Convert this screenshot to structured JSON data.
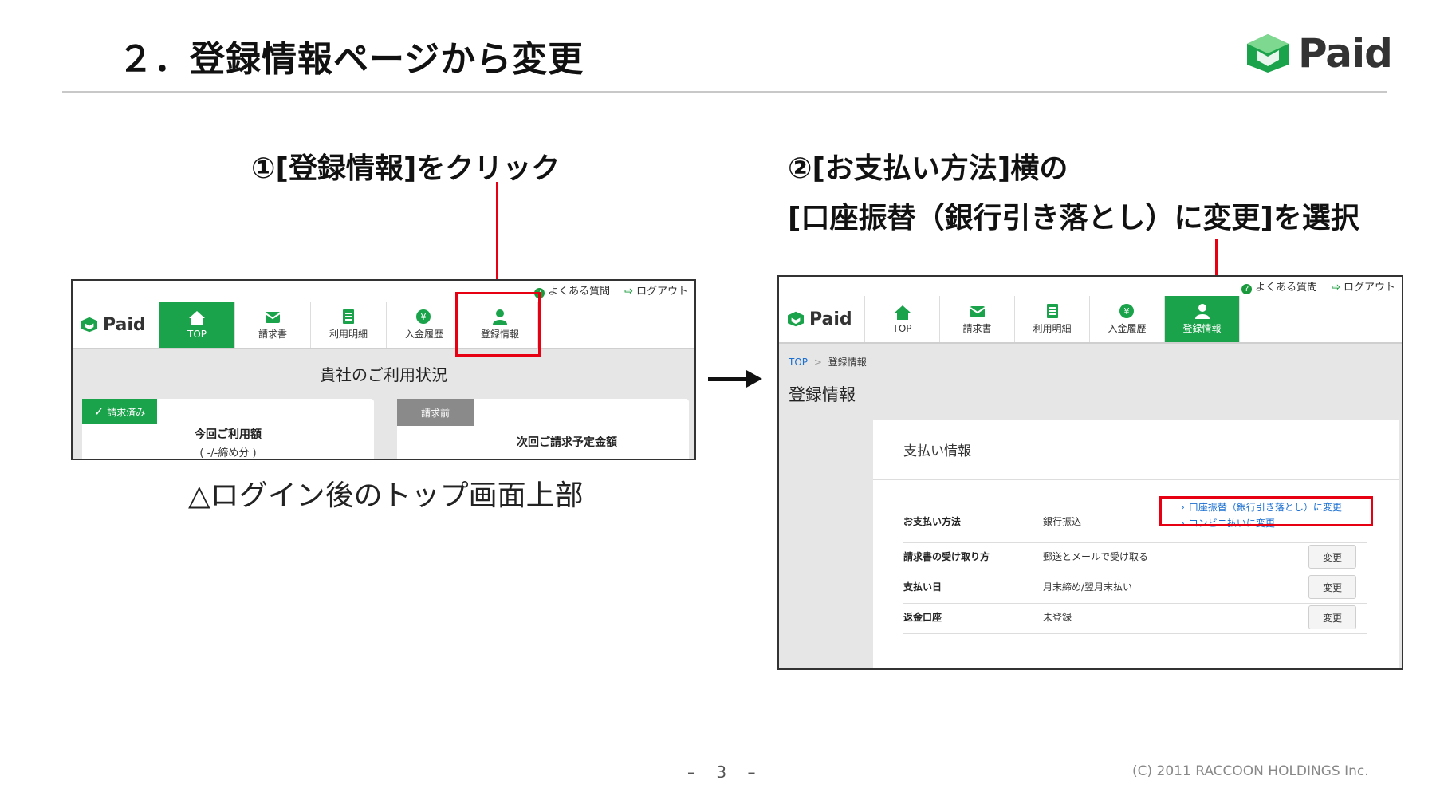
{
  "slide": {
    "title": "２．登録情報ページから変更",
    "logo_text": "Paid",
    "step1": "①[登録情報]をクリック",
    "step2_line1": "②[お支払い方法]横の",
    "step2_line2": "[口座振替（銀行引き落とし）に変更]を選択",
    "caption": "△ログイン後のトップ画面上部",
    "page_number": "– 3 –",
    "copyright": "(C) 2011 RACCOON HOLDINGS Inc."
  },
  "app": {
    "logo_text": "Paid",
    "util_faq": "よくある質問",
    "util_logout": "ログアウト",
    "nav": [
      {
        "label": "TOP",
        "icon": "home-icon"
      },
      {
        "label": "請求書",
        "icon": "invoice-icon"
      },
      {
        "label": "利用明細",
        "icon": "statement-icon"
      },
      {
        "label": "入金履歴",
        "icon": "yen-coin-icon"
      },
      {
        "label": "登録情報",
        "icon": "user-icon"
      }
    ]
  },
  "top_screen": {
    "section_title": "貴社のご利用状況",
    "card1_badge": "請求済み",
    "card1_title": "今回ご利用額",
    "card1_sub": "( -/-締め分 )",
    "card2_badge": "請求前",
    "card2_title": "次回ご請求予定金額"
  },
  "reg_screen": {
    "breadcrumb_top": "TOP",
    "breadcrumb_sep": ">",
    "breadcrumb_current": "登録情報",
    "page_title": "登録情報",
    "panel_title": "支払い情報",
    "payment_method_label": "お支払い方法",
    "payment_method_value": "銀行振込",
    "link_account_transfer": "口座振替（銀行引き落とし）に変更",
    "link_convenience": "コンビニ払いに変更",
    "rows": [
      {
        "label": "請求書の受け取り方",
        "value": "郵送とメールで受け取る",
        "button": "変更"
      },
      {
        "label": "支払い日",
        "value": "月末締め/翌月末払い",
        "button": "変更"
      },
      {
        "label": "返金口座",
        "value": "未登録",
        "button": "変更"
      }
    ]
  },
  "colors": {
    "brand_green": "#1aa34a",
    "highlight_red": "#e60012",
    "link_blue": "#1a6fd1"
  }
}
